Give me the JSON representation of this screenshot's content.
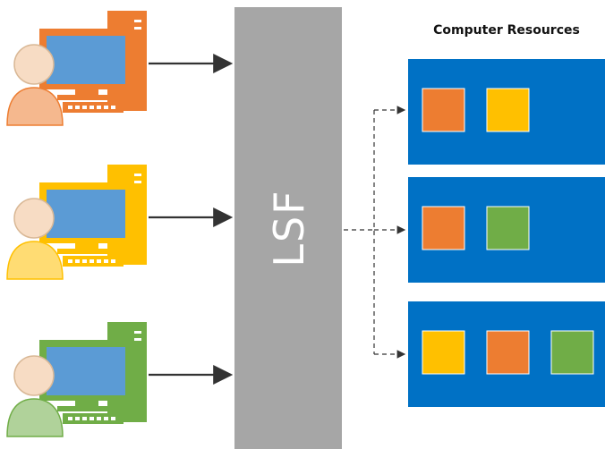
{
  "diagram": {
    "title": "Computer Resources",
    "center_label": "LSF",
    "colors": {
      "blue": "#0071c5",
      "gray": "#a6a6a6",
      "orange": "#ed7d31",
      "yellow": "#ffc000",
      "green": "#70ad47",
      "screen": "#5b9bd5",
      "arrow": "#333333"
    },
    "clients": [
      {
        "name": "client-user-1",
        "color": "orange"
      },
      {
        "name": "client-user-2",
        "color": "yellow"
      },
      {
        "name": "client-user-3",
        "color": "green"
      }
    ],
    "resources": [
      {
        "name": "resource-node-1",
        "slots": [
          "orange",
          "yellow"
        ]
      },
      {
        "name": "resource-node-2",
        "slots": [
          "orange",
          "green"
        ]
      },
      {
        "name": "resource-node-3",
        "slots": [
          "yellow",
          "orange",
          "green"
        ]
      }
    ]
  }
}
